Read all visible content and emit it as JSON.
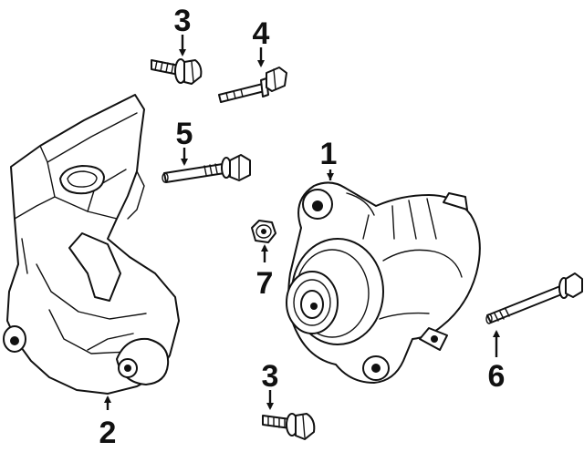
{
  "callouts": [
    {
      "id": "1",
      "label": "1"
    },
    {
      "id": "2",
      "label": "2"
    },
    {
      "id": "3a",
      "label": "3"
    },
    {
      "id": "3b",
      "label": "3"
    },
    {
      "id": "4",
      "label": "4"
    },
    {
      "id": "5",
      "label": "5"
    },
    {
      "id": "6",
      "label": "6"
    },
    {
      "id": "7",
      "label": "7"
    }
  ],
  "parts": {
    "alternator": "alternator",
    "bracket": "mounting-bracket",
    "bolt_small_top": "flange-bolt",
    "stud": "stud",
    "long_bolt_upper": "long-bolt",
    "nut": "nut",
    "long_bolt_right": "long-bolt",
    "bolt_small_bottom": "flange-bolt"
  }
}
